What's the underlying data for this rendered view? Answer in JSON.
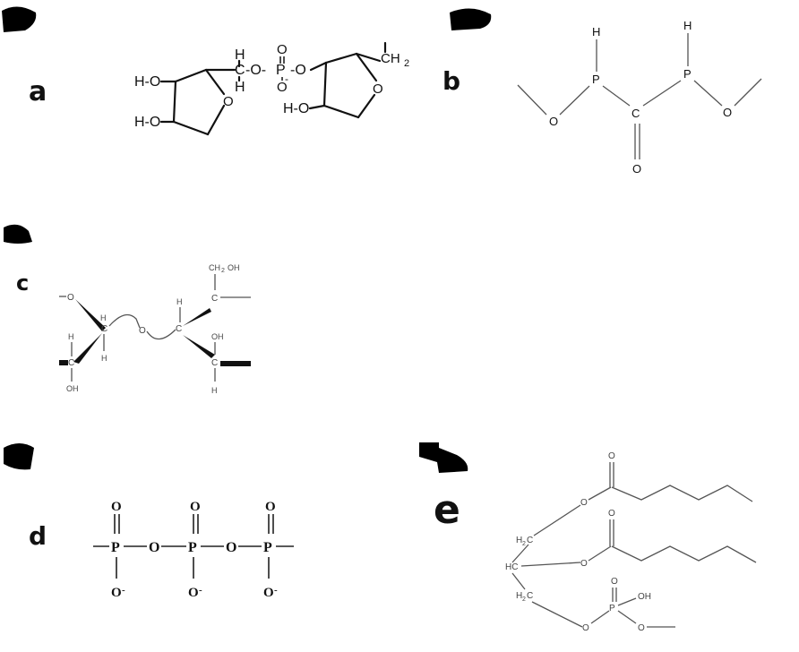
{
  "panels": {
    "a": {
      "label": "a",
      "atoms": {
        "ho_top": "H-O",
        "ho_bottom": "H-O",
        "h_upper": "H",
        "c_bridge": "C",
        "h_lower": "H",
        "o_link1": "-O-",
        "p": "P",
        "o_top": "O",
        "o_minus": "O",
        "minus": "-",
        "o_link2": "-O",
        "ring_o1": "O",
        "ring_o2": "O",
        "ch2": "CH",
        "ch2_sub": "2",
        "h_right": "H-O"
      }
    },
    "b": {
      "label": "b",
      "atoms": {
        "h1": "H",
        "h2": "H",
        "p1": "P",
        "p2": "P",
        "o_left": "O",
        "o_right": "O",
        "c": "C",
        "o_double": "O"
      }
    },
    "c": {
      "label": "c",
      "atoms": {
        "o_left": "O",
        "c_left": "C",
        "h_left_up": "H",
        "h_left_low": "H",
        "o_mid": "O",
        "c_right": "C",
        "h_right_up": "H",
        "ch2oh": "CH",
        "ch2oh_sub": "2",
        "ch2oh_tail": "OH",
        "c_top": "C",
        "c_far_left": "C",
        "h_far_left": "H",
        "oh_far_left": "OH",
        "oh_right": "OH",
        "c_right_low": "C",
        "h_right_low": "H"
      }
    },
    "d": {
      "label": "d",
      "atoms": {
        "o_top1": "O",
        "o_top2": "O",
        "o_top3": "O",
        "p1": "P",
        "p2": "P",
        "p3": "P",
        "o_bridge1": "O",
        "o_bridge2": "O",
        "o_minus1": "O",
        "o_minus2": "O",
        "o_minus3": "O",
        "minus": "-"
      }
    },
    "e": {
      "label": "e",
      "atoms": {
        "h2c_top": "H",
        "h2c_top_sub": "2",
        "h2c_top_c": "C",
        "hc": "HC",
        "h2c_bot": "H",
        "h2c_bot_sub": "2",
        "h2c_bot_c": "C",
        "o_ester1": "O",
        "o_carbonyl1": "O",
        "o_ester2": "O",
        "o_carbonyl2": "O",
        "o_phos": "O",
        "p": "P",
        "o_p_top": "O",
        "oh": "OH",
        "o_p_right": "O"
      }
    }
  }
}
